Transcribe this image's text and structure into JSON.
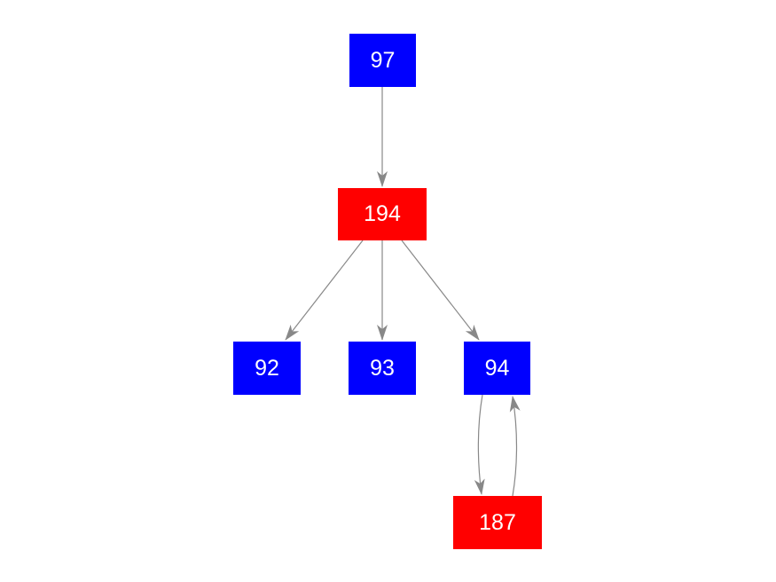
{
  "colors": {
    "blue_node": "#0000ff",
    "red_node": "#ff0000",
    "edge": "#888888",
    "label": "#ffffff"
  },
  "nodes": {
    "n97": {
      "label": "97",
      "color": "blue"
    },
    "n194": {
      "label": "194",
      "color": "red"
    },
    "n92": {
      "label": "92",
      "color": "blue"
    },
    "n93": {
      "label": "93",
      "color": "blue"
    },
    "n94": {
      "label": "94",
      "color": "blue"
    },
    "n187": {
      "label": "187",
      "color": "red"
    }
  },
  "edges": [
    {
      "from": "97",
      "to": "194"
    },
    {
      "from": "194",
      "to": "92"
    },
    {
      "from": "194",
      "to": "93"
    },
    {
      "from": "194",
      "to": "94"
    },
    {
      "from": "94",
      "to": "187"
    },
    {
      "from": "187",
      "to": "94"
    }
  ]
}
